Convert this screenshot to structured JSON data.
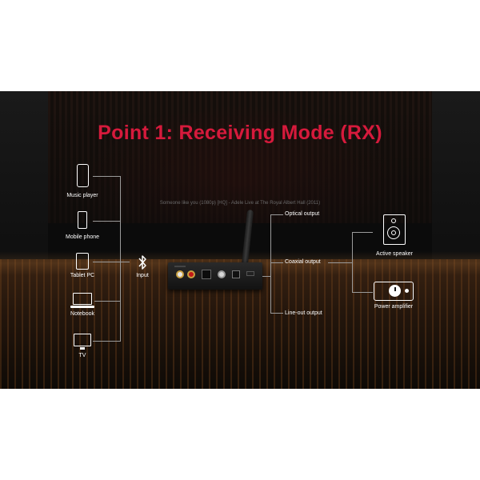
{
  "title": "Point 1: Receiving Mode (RX)",
  "caption": "Someone like you (1080p) [HQ] - Adele Live at The Royal Albert Hall (2011)",
  "sources": [
    {
      "label": "Music player",
      "icon": "smartphone-icon"
    },
    {
      "label": "Mobile phone",
      "icon": "mobile-phone-icon"
    },
    {
      "label": "Tablet PC",
      "icon": "tablet-icon"
    },
    {
      "label": "Notebook",
      "icon": "laptop-icon"
    },
    {
      "label": "TV",
      "icon": "tv-icon"
    }
  ],
  "input": {
    "label": "Input",
    "icon": "bluetooth-icon"
  },
  "outputs": [
    {
      "label": "Optical output"
    },
    {
      "label": "Coaxial output"
    },
    {
      "label": "Line-out output"
    }
  ],
  "destinations": [
    {
      "label": "Active speaker",
      "icon": "speaker-icon"
    },
    {
      "label": "Power amplifier",
      "icon": "amplifier-icon"
    }
  ],
  "colors": {
    "accent": "#d61a3c",
    "background": "#0b0b0b",
    "text": "#ffffff"
  }
}
